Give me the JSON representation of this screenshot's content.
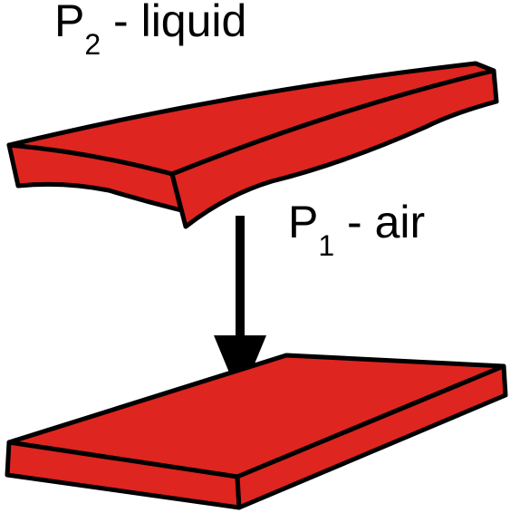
{
  "labels": {
    "top": {
      "symbol": "P",
      "subscript": "2",
      "text": " - liquid"
    },
    "middle": {
      "symbol": "P",
      "subscript": "1",
      "text": " - air"
    }
  },
  "colors": {
    "background": "#ffffff",
    "plate_fill": "#df2520",
    "outline": "#000000",
    "arrow": "#000000",
    "text": "#000000"
  },
  "icons": {
    "arrow": "down-arrow-icon"
  }
}
